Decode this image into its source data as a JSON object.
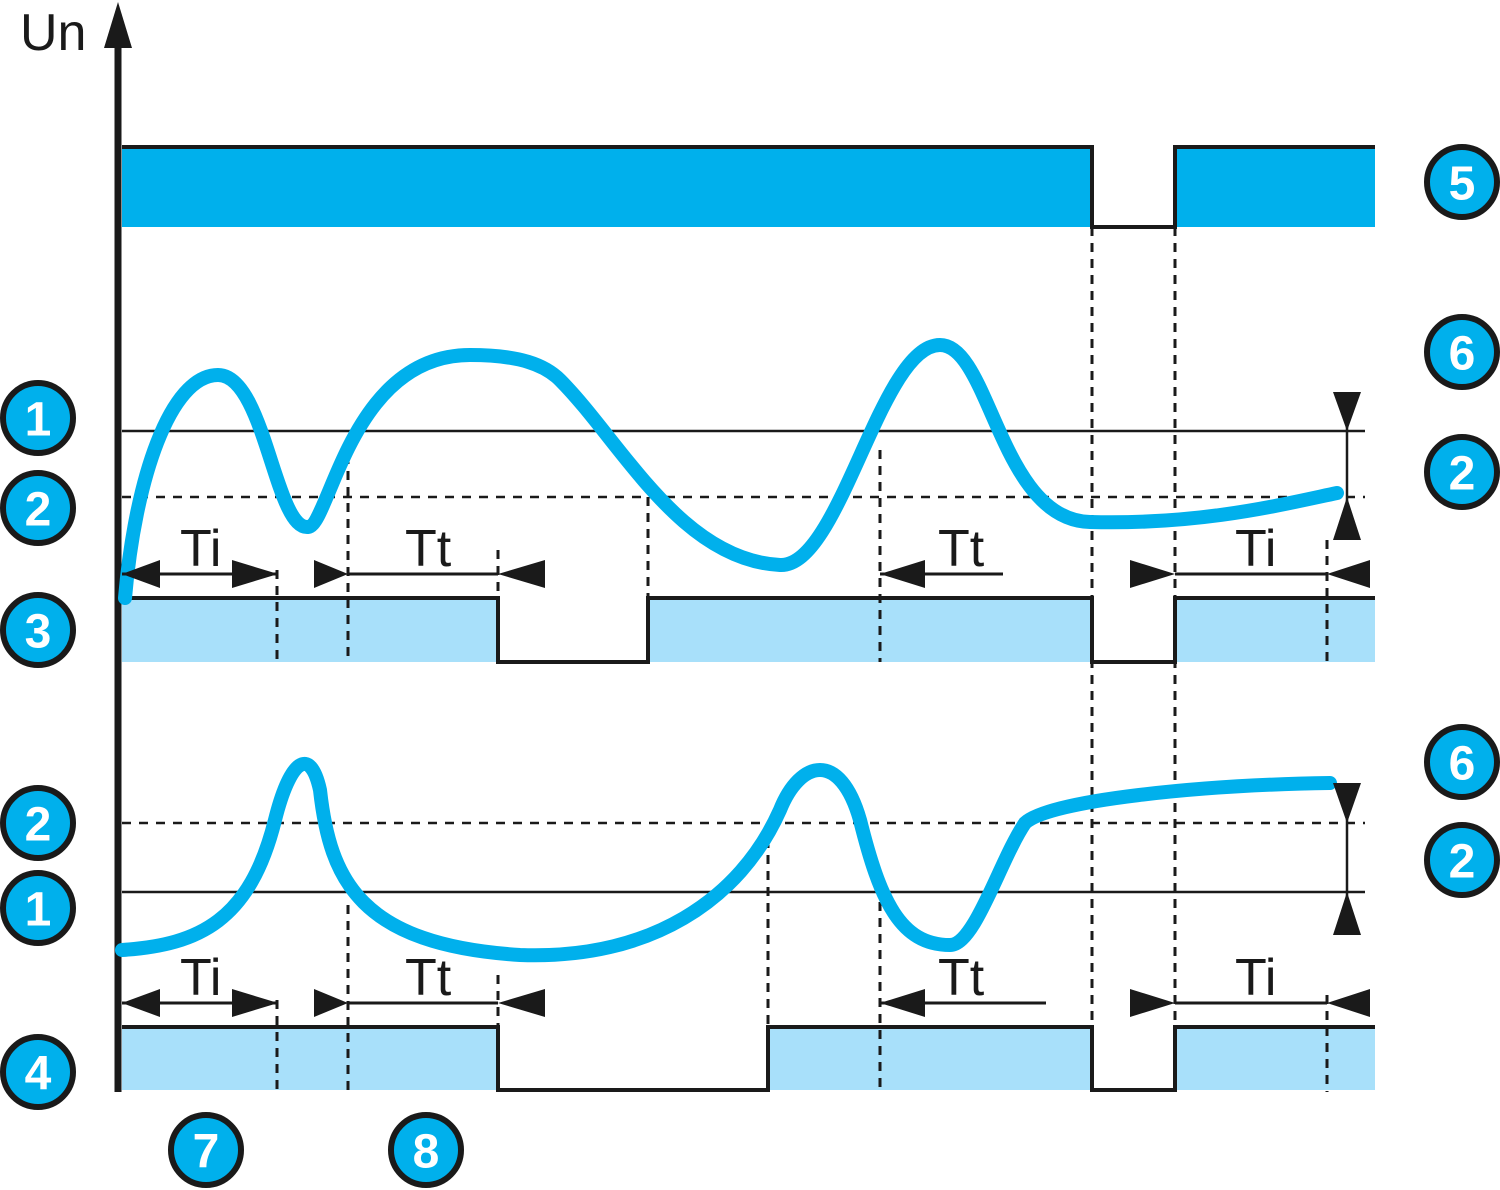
{
  "axis_label": "Un",
  "time_labels": {
    "ti": "Ti",
    "tt": "Tt"
  },
  "badges": {
    "b1": "1",
    "b2": "2",
    "b3": "3",
    "b4": "4",
    "b5": "5",
    "b6": "6",
    "b7": "7",
    "b8": "8"
  },
  "colors": {
    "signal": "#00b0ec",
    "output_fill": "#a8e0fa",
    "line": "#1a1a1a"
  }
}
